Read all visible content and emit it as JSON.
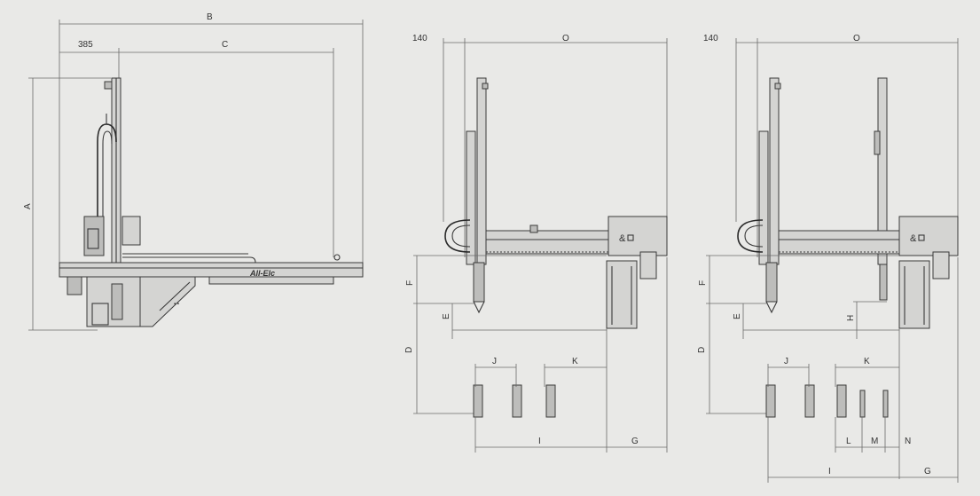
{
  "view_side": {
    "dim_B": "B",
    "dim_385": "385",
    "dim_C": "C",
    "dim_A": "A",
    "beam_text": "All-Elc"
  },
  "view_front_single": {
    "dim_140": "140",
    "dim_O": "O",
    "dim_F": "F",
    "dim_E": "E",
    "dim_D": "D",
    "dim_J": "J",
    "dim_K": "K",
    "dim_I": "I",
    "dim_G": "G"
  },
  "view_front_double": {
    "dim_140": "140",
    "dim_O": "O",
    "dim_F": "F",
    "dim_E": "E",
    "dim_H": "H",
    "dim_D": "D",
    "dim_J": "J",
    "dim_K": "K",
    "dim_L": "L",
    "dim_M": "M",
    "dim_N": "N",
    "dim_I": "I",
    "dim_G": "G"
  }
}
